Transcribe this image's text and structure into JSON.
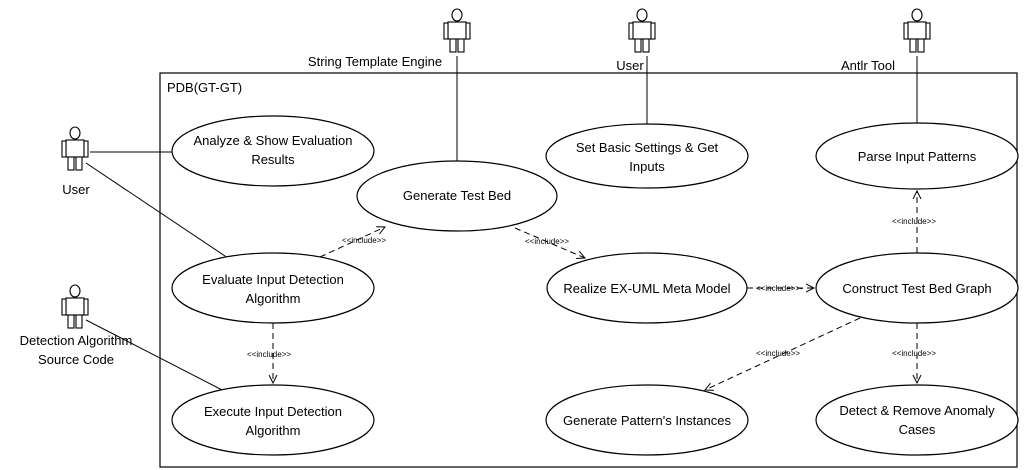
{
  "system": {
    "name": "PDB(GT-GT)"
  },
  "actors": {
    "string_template_engine": "String Template Engine",
    "user_top": "User",
    "antlr_tool": "Antlr Tool",
    "user_left": "User",
    "detection_source_line1": "Detection Algorithm",
    "detection_source_line2": "Source Code"
  },
  "use_cases": {
    "analyze": [
      "Analyze & Show Evaluation",
      "Results"
    ],
    "set_basic": [
      "Set Basic Settings & Get",
      "Inputs"
    ],
    "parse": [
      "Parse Input Patterns"
    ],
    "generate_bed": [
      "Generate Test Bed"
    ],
    "evaluate": [
      "Evaluate Input Detection",
      "Algorithm"
    ],
    "realize": [
      "Realize EX-UML Meta Model"
    ],
    "construct": [
      "Construct Test Bed Graph"
    ],
    "execute": [
      "Execute Input Detection",
      "Algorithm"
    ],
    "instances": [
      "Generate Pattern's Instances"
    ],
    "detect": [
      "Detect & Remove Anomaly",
      "Cases"
    ]
  },
  "include_label": "<<include>>",
  "include_label_arrow": "<<include>>-"
}
